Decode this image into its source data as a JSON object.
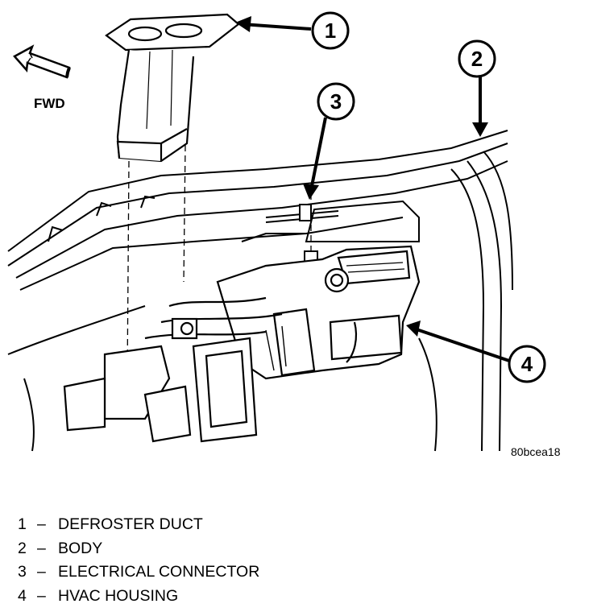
{
  "diagram": {
    "orientation_label": "FWD",
    "figure_code": "80bcea18",
    "callouts": [
      "1",
      "2",
      "3",
      "4"
    ]
  },
  "legend": {
    "items": [
      {
        "number": "1",
        "separator": "–",
        "label": "DEFROSTER DUCT"
      },
      {
        "number": "2",
        "separator": "–",
        "label": "BODY"
      },
      {
        "number": "3",
        "separator": "–",
        "label": "ELECTRICAL CONNECTOR"
      },
      {
        "number": "4",
        "separator": "–",
        "label": "HVAC HOUSING"
      }
    ]
  }
}
